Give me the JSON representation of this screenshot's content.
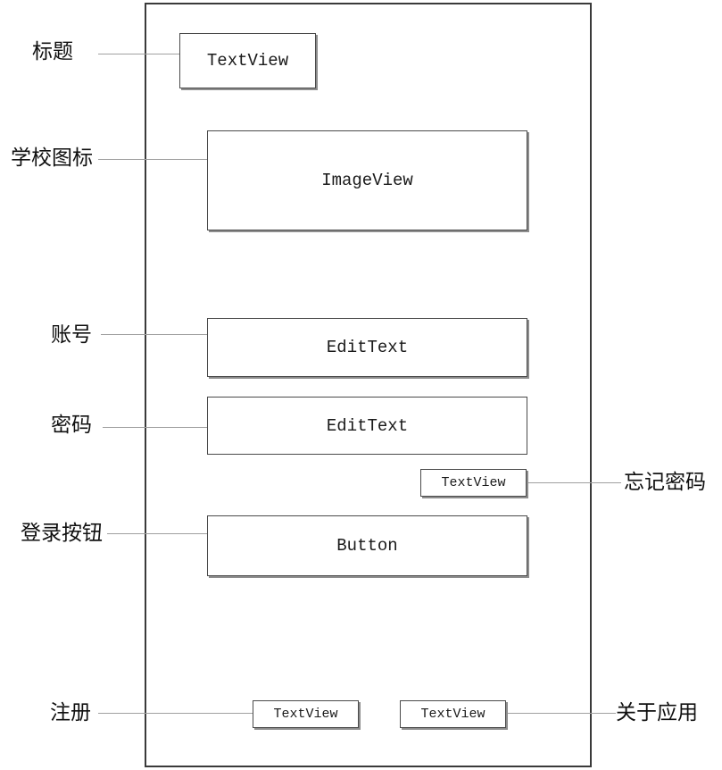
{
  "diagram": {
    "title": "Android login screen wireframe annotation",
    "colors": {
      "frame_border": "#3a3a3a",
      "widget_border": "#4a4a4a",
      "leader_line": "#a0a0a0",
      "box_shadow": "#8d8d8d",
      "background": "#ffffff",
      "text": "#101010"
    }
  },
  "widgets": {
    "title_textview": "TextView",
    "school_imageview": "ImageView",
    "account_edittext": "EditText",
    "password_edittext": "EditText",
    "forgot_textview": "TextView",
    "login_button": "Button",
    "register_textview": "TextView",
    "about_textview": "TextView"
  },
  "annotations": {
    "title": "标题",
    "school_icon": "学校图标",
    "account": "账号",
    "password": "密码",
    "forgot_password": "忘记密码",
    "login_button": "登录按钮",
    "register": "注册",
    "about_app": "关于应用"
  }
}
